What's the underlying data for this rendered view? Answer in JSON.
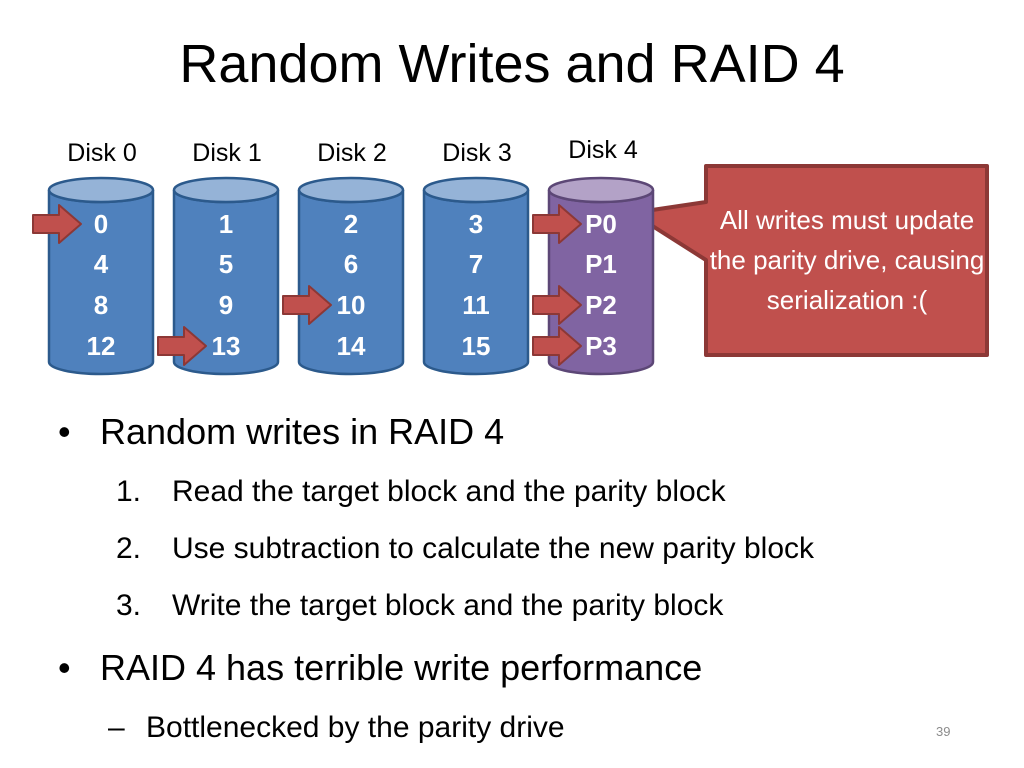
{
  "title": "Random Writes and RAID 4",
  "disks": [
    {
      "label": "Disk 0",
      "blocks": [
        "0",
        "4",
        "8",
        "12"
      ],
      "parity": false
    },
    {
      "label": "Disk 1",
      "blocks": [
        "1",
        "5",
        "9",
        "13"
      ],
      "parity": false
    },
    {
      "label": "Disk 2",
      "blocks": [
        "2",
        "6",
        "10",
        "14"
      ],
      "parity": false
    },
    {
      "label": "Disk 3",
      "blocks": [
        "3",
        "7",
        "11",
        "15"
      ],
      "parity": false
    },
    {
      "label": "Disk 4",
      "blocks": [
        "P0",
        "P1",
        "P2",
        "P3"
      ],
      "parity": true
    }
  ],
  "write_arrows": [
    {
      "disk": 0,
      "row": 0
    },
    {
      "disk": 1,
      "row": 3
    },
    {
      "disk": 2,
      "row": 2
    },
    {
      "disk": 4,
      "row": 0
    },
    {
      "disk": 4,
      "row": 2
    },
    {
      "disk": 4,
      "row": 3
    }
  ],
  "callout": "All writes must update the parity drive, causing serialization :(",
  "bullets": {
    "b1": "Random writes in RAID 4",
    "steps": [
      {
        "n": "1.",
        "text": "Read the target block and the parity block"
      },
      {
        "n": "2.",
        "text": "Use subtraction to calculate the new parity block"
      },
      {
        "n": "3.",
        "text": "Write the target block and the parity block"
      }
    ],
    "b2": "RAID 4 has terrible write performance",
    "sub": "Bottlenecked by the parity drive"
  },
  "page_number": "39",
  "colors": {
    "data_disk": "#4f81bd",
    "data_disk_top": "#95b3d7",
    "data_disk_stroke": "#2c5a8c",
    "parity_disk": "#8064a2",
    "parity_disk_top": "#b3a2c7",
    "parity_disk_stroke": "#5c4776",
    "arrow": "#c0504d",
    "arrow_stroke": "#8c3836",
    "callout": "#c0504d",
    "callout_stroke": "#8c3836"
  }
}
